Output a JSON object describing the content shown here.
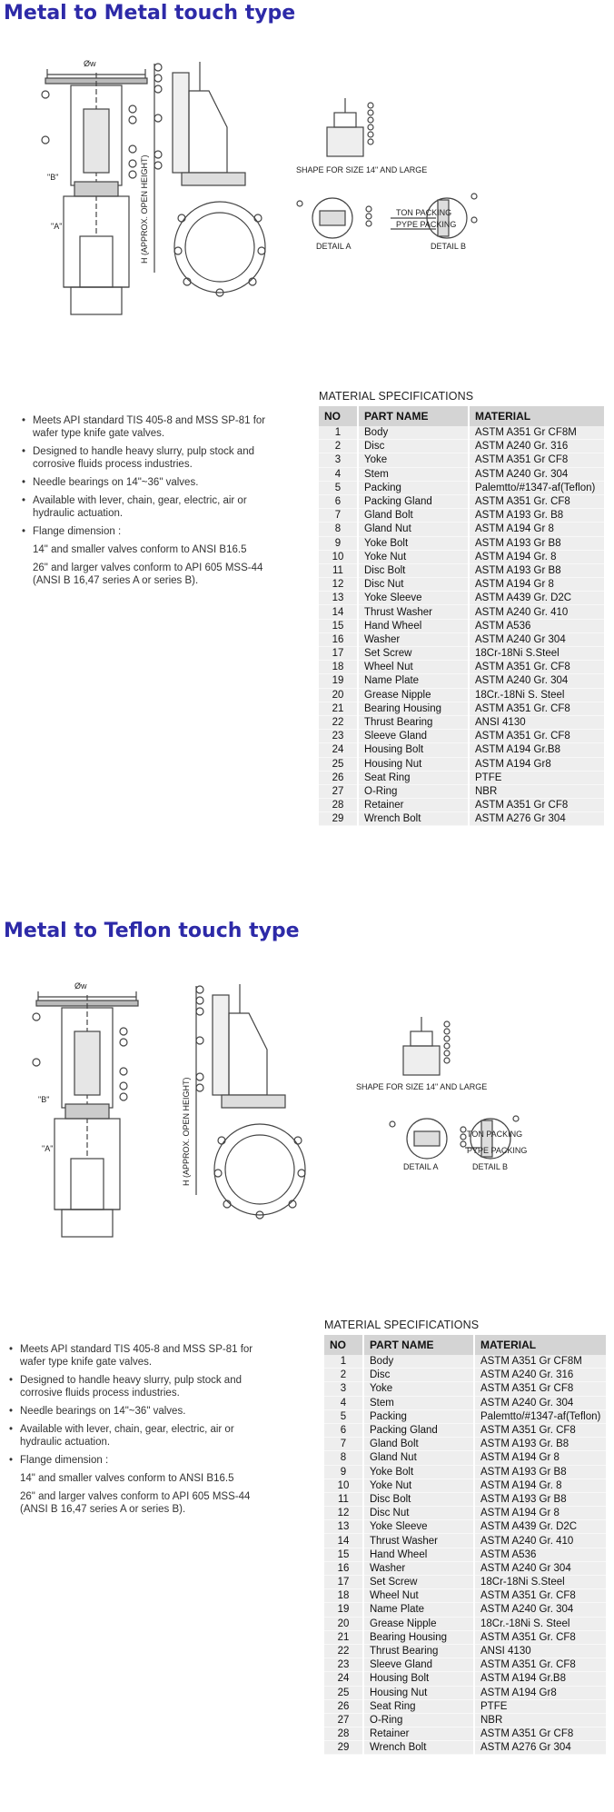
{
  "sections": [
    {
      "heading": "Metal to Metal touch type",
      "drawing": {
        "dim_w": "Øw",
        "height_label": "H (APPROX. OPEN HEIGHT)",
        "marker_b": "\"B\"",
        "marker_a": "\"A\"",
        "large_caption": "SHAPE FOR SIZE 14\" AND LARGE",
        "detail_a": "DETAIL A",
        "detail_b": "DETAIL B",
        "ton_packing": "TON PACKING",
        "pype_packing": "PYPE PACKING"
      },
      "features": [
        "Meets API standard TIS 405-8 and MSS SP-81 for wafer type knife gate valves.",
        "Designed to handle heavy slurry, pulp stock and corrosive fluids process industries.",
        "Needle bearings on 14\"~36\" valves.",
        "Available with lever, chain, gear, electric, air or hydraulic actuation.",
        "Flange dimension :"
      ],
      "flange_notes": [
        "14\" and smaller valves conform to ANSI B16.5",
        "26\" and larger valves conform to API 605 MSS-44 (ANSI B 16,47 series A or series B)."
      ],
      "spec_title": "MATERIAL SPECIFICATIONS",
      "columns": [
        "NO",
        "PART NAME",
        "MATERIAL"
      ],
      "rows": [
        [
          "1",
          "Body",
          "ASTM A351 Gr CF8M"
        ],
        [
          "2",
          "Disc",
          "ASTM A240 Gr. 316"
        ],
        [
          "3",
          "Yoke",
          "ASTM A351 Gr CF8"
        ],
        [
          "4",
          "Stem",
          "ASTM A240 Gr. 304"
        ],
        [
          "5",
          "Packing",
          "Palemtto/#1347-af(Teflon)"
        ],
        [
          "6",
          "Packing Gland",
          "ASTM A351 Gr. CF8"
        ],
        [
          "7",
          "Gland Bolt",
          "ASTM A193 Gr. B8"
        ],
        [
          "8",
          "Gland Nut",
          "ASTM A194 Gr 8"
        ],
        [
          "9",
          "Yoke Bolt",
          "ASTM A193 Gr B8"
        ],
        [
          "10",
          "Yoke Nut",
          "ASTM A194 Gr. 8"
        ],
        [
          "11",
          "Disc Bolt",
          "ASTM A193 Gr B8"
        ],
        [
          "12",
          "Disc Nut",
          "ASTM A194 Gr 8"
        ],
        [
          "13",
          "Yoke Sleeve",
          "ASTM A439 Gr. D2C"
        ],
        [
          "14",
          "Thrust Washer",
          "ASTM A240 Gr. 410"
        ],
        [
          "15",
          "Hand Wheel",
          "ASTM A536"
        ],
        [
          "16",
          "Washer",
          "ASTM A240 Gr 304"
        ],
        [
          "17",
          "Set Screw",
          "18Cr-18Ni S.Steel"
        ],
        [
          "18",
          "Wheel Nut",
          "ASTM A351 Gr. CF8"
        ],
        [
          "19",
          "Name Plate",
          "ASTM A240 Gr. 304"
        ],
        [
          "20",
          "Grease Nipple",
          "18Cr.-18Ni S. Steel"
        ],
        [
          "21",
          "Bearing Housing",
          "ASTM A351 Gr. CF8"
        ],
        [
          "22",
          "Thrust Bearing",
          "ANSI 4130"
        ],
        [
          "23",
          "Sleeve Gland",
          "ASTM A351 Gr. CF8"
        ],
        [
          "24",
          "Housing Bolt",
          "ASTM A194 Gr.B8"
        ],
        [
          "25",
          "Housing Nut",
          "ASTM A194 Gr8"
        ],
        [
          "26",
          "Seat Ring",
          "PTFE"
        ],
        [
          "27",
          "O-Ring",
          "NBR"
        ],
        [
          "28",
          "Retainer",
          "ASTM A351 Gr CF8"
        ],
        [
          "29",
          "Wrench Bolt",
          "ASTM A276 Gr 304"
        ]
      ]
    },
    {
      "heading": "Metal to Teflon touch type",
      "drawing": {
        "dim_w": "Øw",
        "height_label": "H (APPROX. OPEN HEIGHT)",
        "marker_b": "\"B\"",
        "marker_a": "\"A\"",
        "large_caption": "SHAPE FOR SIZE 14\" AND LARGE",
        "detail_a": "DETAIL A",
        "detail_b": "DETAIL B",
        "ton_packing": "TON PACKING",
        "pype_packing": "PYPE PACKING"
      },
      "features": [
        "Meets API standard TIS 405-8 and MSS SP-81 for wafer type knife gate valves.",
        "Designed to handle heavy slurry, pulp stock and corrosive fluids process industries.",
        "Needle bearings on 14\"~36\" valves.",
        "Available with lever, chain, gear, electric, air or hydraulic actuation.",
        "Flange dimension :"
      ],
      "flange_notes": [
        "14\" and smaller valves conform to ANSI B16.5",
        "26\" and larger valves conform to API 605 MSS-44 (ANSI B 16,47 series A or series B)."
      ],
      "spec_title": "MATERIAL SPECIFICATIONS",
      "columns": [
        "NO",
        "PART NAME",
        "MATERIAL"
      ],
      "rows": [
        [
          "1",
          "Body",
          "ASTM A351 Gr CF8M"
        ],
        [
          "2",
          "Disc",
          "ASTM A240 Gr. 316"
        ],
        [
          "3",
          "Yoke",
          "ASTM A351 Gr CF8"
        ],
        [
          "4",
          "Stem",
          "ASTM A240 Gr. 304"
        ],
        [
          "5",
          "Packing",
          "Palemtto/#1347-af(Teflon)"
        ],
        [
          "6",
          "Packing Gland",
          "ASTM A351 Gr. CF8"
        ],
        [
          "7",
          "Gland Bolt",
          "ASTM A193 Gr. B8"
        ],
        [
          "8",
          "Gland Nut",
          "ASTM A194 Gr 8"
        ],
        [
          "9",
          "Yoke Bolt",
          "ASTM A193 Gr B8"
        ],
        [
          "10",
          "Yoke Nut",
          "ASTM A194 Gr. 8"
        ],
        [
          "11",
          "Disc Bolt",
          "ASTM A193 Gr B8"
        ],
        [
          "12",
          "Disc Nut",
          "ASTM A194 Gr 8"
        ],
        [
          "13",
          "Yoke Sleeve",
          "ASTM A439 Gr. D2C"
        ],
        [
          "14",
          "Thrust Washer",
          "ASTM A240 Gr. 410"
        ],
        [
          "15",
          "Hand Wheel",
          "ASTM A536"
        ],
        [
          "16",
          "Washer",
          "ASTM A240 Gr 304"
        ],
        [
          "17",
          "Set Screw",
          "18Cr-18Ni S.Steel"
        ],
        [
          "18",
          "Wheel Nut",
          "ASTM A351 Gr. CF8"
        ],
        [
          "19",
          "Name Plate",
          "ASTM A240 Gr. 304"
        ],
        [
          "20",
          "Grease Nipple",
          "18Cr.-18Ni S. Steel"
        ],
        [
          "21",
          "Bearing Housing",
          "ASTM A351 Gr. CF8"
        ],
        [
          "22",
          "Thrust Bearing",
          "ANSI 4130"
        ],
        [
          "23",
          "Sleeve Gland",
          "ASTM A351 Gr. CF8"
        ],
        [
          "24",
          "Housing Bolt",
          "ASTM A194 Gr.B8"
        ],
        [
          "25",
          "Housing Nut",
          "ASTM A194 Gr8"
        ],
        [
          "26",
          "Seat Ring",
          "PTFE"
        ],
        [
          "27",
          "O-Ring",
          "NBR"
        ],
        [
          "28",
          "Retainer",
          "ASTM A351 Gr CF8"
        ],
        [
          "29",
          "Wrench Bolt",
          "ASTM A276 Gr 304"
        ]
      ]
    }
  ]
}
